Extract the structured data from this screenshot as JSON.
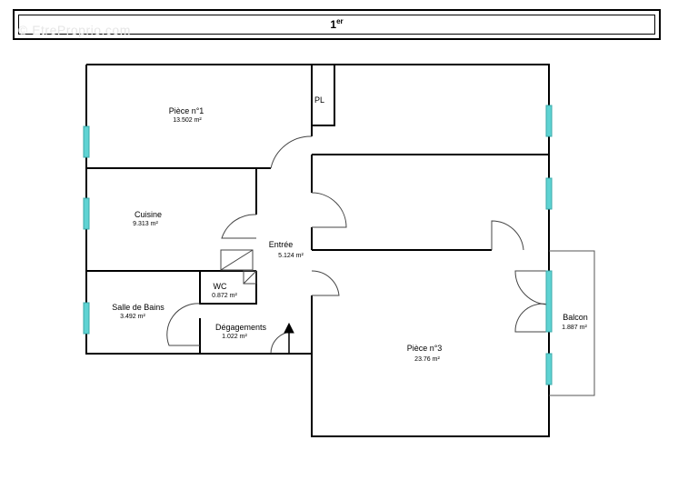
{
  "title": {
    "main": "1",
    "sup": "er"
  },
  "watermark": "© EtreProprio.com",
  "rooms": [
    {
      "id": "piece1",
      "name": "Pièce n°1",
      "area": "13.502",
      "unit": "m²"
    },
    {
      "id": "cuisine",
      "name": "Cuisine",
      "area": "9.313",
      "unit": "m²"
    },
    {
      "id": "sdb",
      "name": "Salle de Bains",
      "area": "3.492",
      "unit": "m²"
    },
    {
      "id": "wc",
      "name": "WC",
      "area": "0.872",
      "unit": "m²"
    },
    {
      "id": "degagements",
      "name": "Dégagements",
      "area": "1.022",
      "unit": "m²"
    },
    {
      "id": "entree",
      "name": "Entrée",
      "area": "5.124",
      "unit": "m²"
    },
    {
      "id": "piece3",
      "name": "Pièce n°3",
      "area": "23.76",
      "unit": "m²"
    },
    {
      "id": "balcon",
      "name": "Balcon",
      "area": "1.887",
      "unit": "m²"
    }
  ],
  "closet_label": "PL",
  "colors": {
    "wall": "#000000",
    "window": "#5fd3d3",
    "line": "#444444"
  }
}
